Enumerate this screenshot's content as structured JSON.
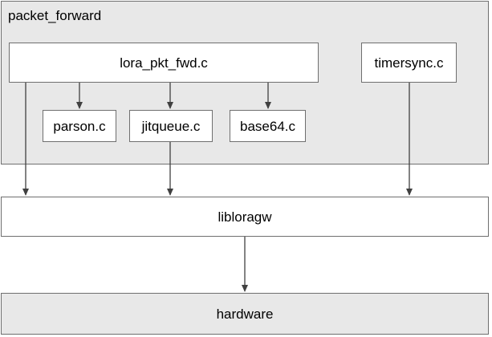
{
  "container": {
    "label": "packet_forward"
  },
  "modules": {
    "lora_pkt_fwd": "lora_pkt_fwd.c",
    "timersync": "timersync.c",
    "parson": "parson.c",
    "jitqueue": "jitqueue.c",
    "base64": "base64.c"
  },
  "layers": {
    "libloragw": "libloragw",
    "hardware": "hardware"
  },
  "colors": {
    "container_fill": "#e8e8e8",
    "box_fill": "#ffffff",
    "hardware_fill": "#e8e8e8",
    "border": "#6f6f6f",
    "arrow": "#404040"
  }
}
